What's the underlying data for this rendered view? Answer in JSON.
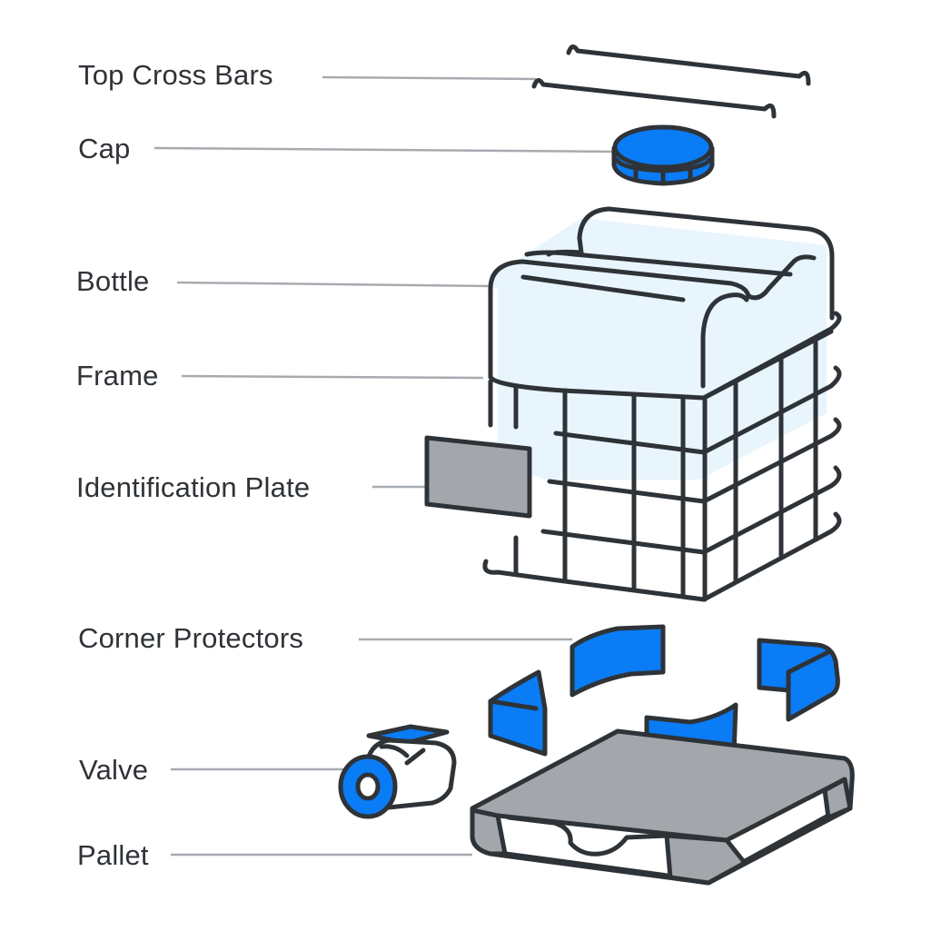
{
  "diagram": {
    "labels": {
      "top_cross_bars": "Top Cross Bars",
      "cap": "Cap",
      "bottle": "Bottle",
      "frame": "Frame",
      "identification_plate": "Identification Plate",
      "corner_protectors": "Corner Protectors",
      "valve": "Valve",
      "pallet": "Pallet"
    },
    "colors": {
      "outline": "#2e3338",
      "accent_blue": "#0a7cf5",
      "bottle_fill": "#e8f5fd",
      "plate_gray": "#a3a7ab",
      "leader_gray": "#a6abb0",
      "text": "#2f3337"
    }
  }
}
